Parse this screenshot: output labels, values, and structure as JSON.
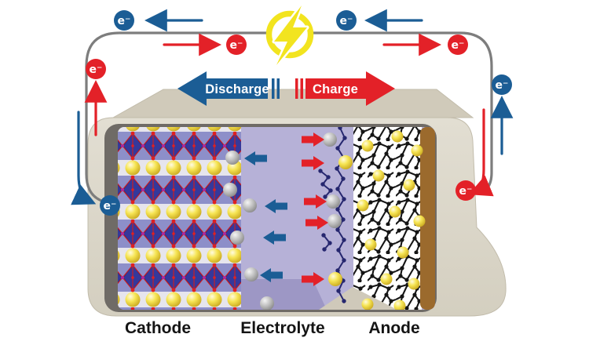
{
  "title": "Lithium-ion battery charge and discharge diagram",
  "colors": {
    "discharge_blue": "#1b5d95",
    "charge_red": "#e32128",
    "wire_gray": "#7d7d7d",
    "lightning_yellow": "#f2e41f",
    "case_front": "#dcd8ca",
    "case_top": "#d0caba",
    "frame_gray": "#6f6b66",
    "electrolyte_lavender": "#b6b1d7",
    "electrolyte_floor": "#9d97c5",
    "collector_brown": "#9b6a2d",
    "cathode_blue": "#35389b",
    "cathode_dot_red": "#e02020",
    "cathode_dot_magenta": "#b0279a",
    "ion_gray": "#bcbcbc",
    "sphere_yellow": "#f6e554",
    "network_black": "#151515",
    "chain_navy": "#26276f"
  },
  "power_source": {
    "icon": "lightning-bolt"
  },
  "process_arrows": {
    "discharge_label": "Discharge",
    "charge_label": "Charge"
  },
  "electron_label": "e⁻",
  "regions": {
    "cathode_label": "Cathode",
    "electrolyte_label": "Electrolyte",
    "anode_label": "Anode"
  }
}
